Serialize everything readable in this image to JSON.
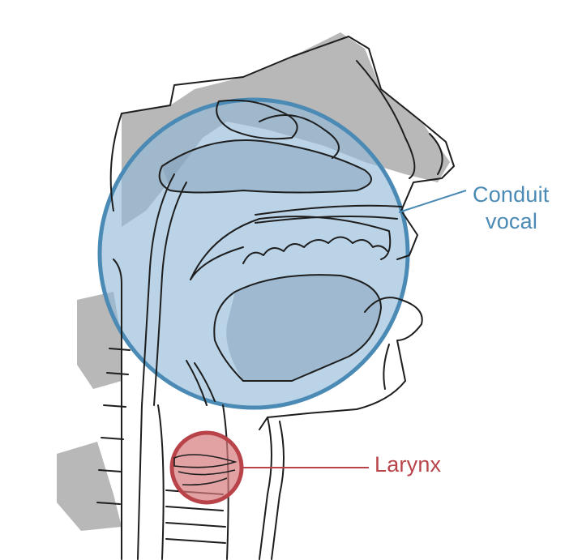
{
  "labels": {
    "vocal_tract_line1": "Conduit",
    "vocal_tract_line2": "vocal",
    "larynx": "Larynx"
  },
  "colors": {
    "vocal_tract": "#4a8ab5",
    "vocal_tract_fill": "#8fb8d8",
    "larynx": "#b8444a",
    "larynx_fill": "#d67a7c",
    "line_art": "#1e1e1e",
    "shading": "#8a8a8a"
  }
}
